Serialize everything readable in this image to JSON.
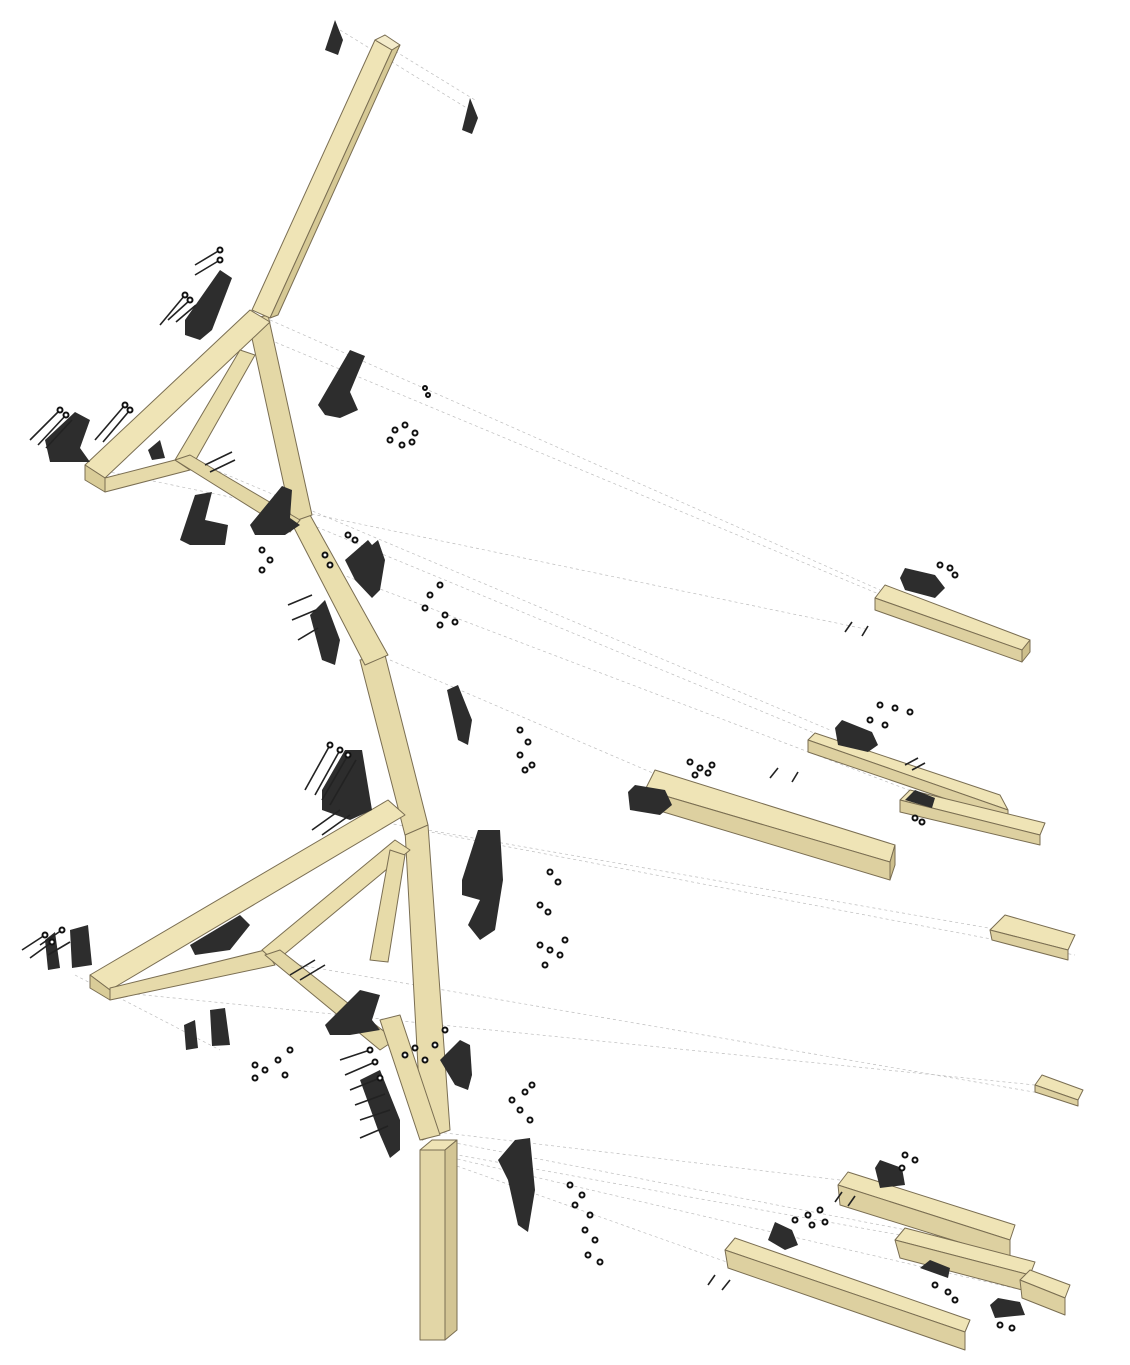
{
  "figure": {
    "type": "exploded axonometric timber frame assembly",
    "colors": {
      "timber_top": "#efe4b6",
      "timber_side": "#ddd0a0",
      "timber_dark": "#cdbf8c",
      "steel_plate": "#2d2d2d",
      "guide_line": "#bdbdbd",
      "background": "#ffffff"
    }
  },
  "parts": {
    "main_post": "timber-member",
    "upper_arm": "timber-member",
    "upper_brace_frame": "timber-member",
    "lower_brace_frame": "timber-member",
    "exploded_members": "timber-member",
    "connector_plates": "steel-plate",
    "bolts": "bolt-set",
    "nuts": "nut-set"
  }
}
